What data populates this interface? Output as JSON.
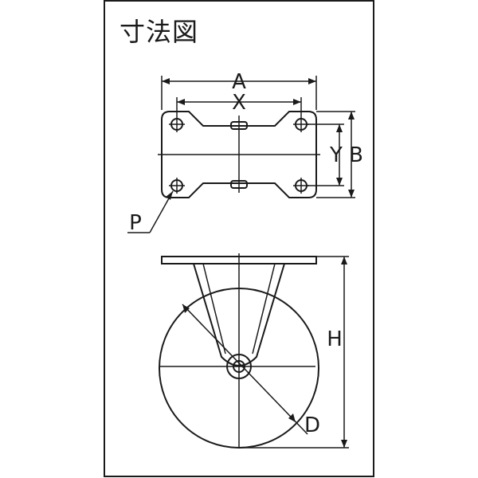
{
  "heading": "寸法図",
  "labels": {
    "A": "A",
    "X": "X",
    "Y": "Y",
    "B": "B",
    "P": "P",
    "H": "H",
    "D": "D"
  },
  "colors": {
    "line": "#1a1a1a",
    "background": "#ffffff"
  }
}
